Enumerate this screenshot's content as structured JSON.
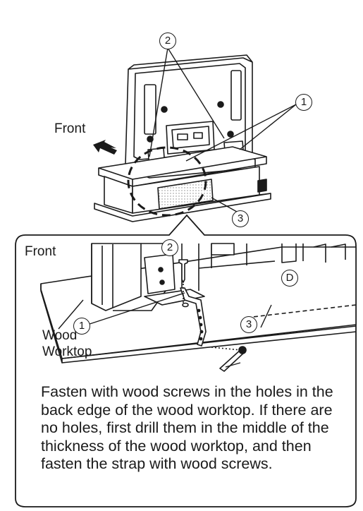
{
  "labels": {
    "front_top": "Front",
    "front_detail": "Front",
    "wood_worktop_line1": "Wood",
    "wood_worktop_line2": "Worktop",
    "part_d": "D"
  },
  "callouts": {
    "screw_top": "2",
    "strap_top": "1",
    "hole_top": "3",
    "screw_detail": "2",
    "strap_detail": "1",
    "wood_screw_detail": "3"
  },
  "instructions": "Fasten with wood screws in the holes in the back edge of the wood worktop. If there are no holes, first drill them in the middle of the thickness of the wood worktop, and then fasten the strap with wood screws."
}
